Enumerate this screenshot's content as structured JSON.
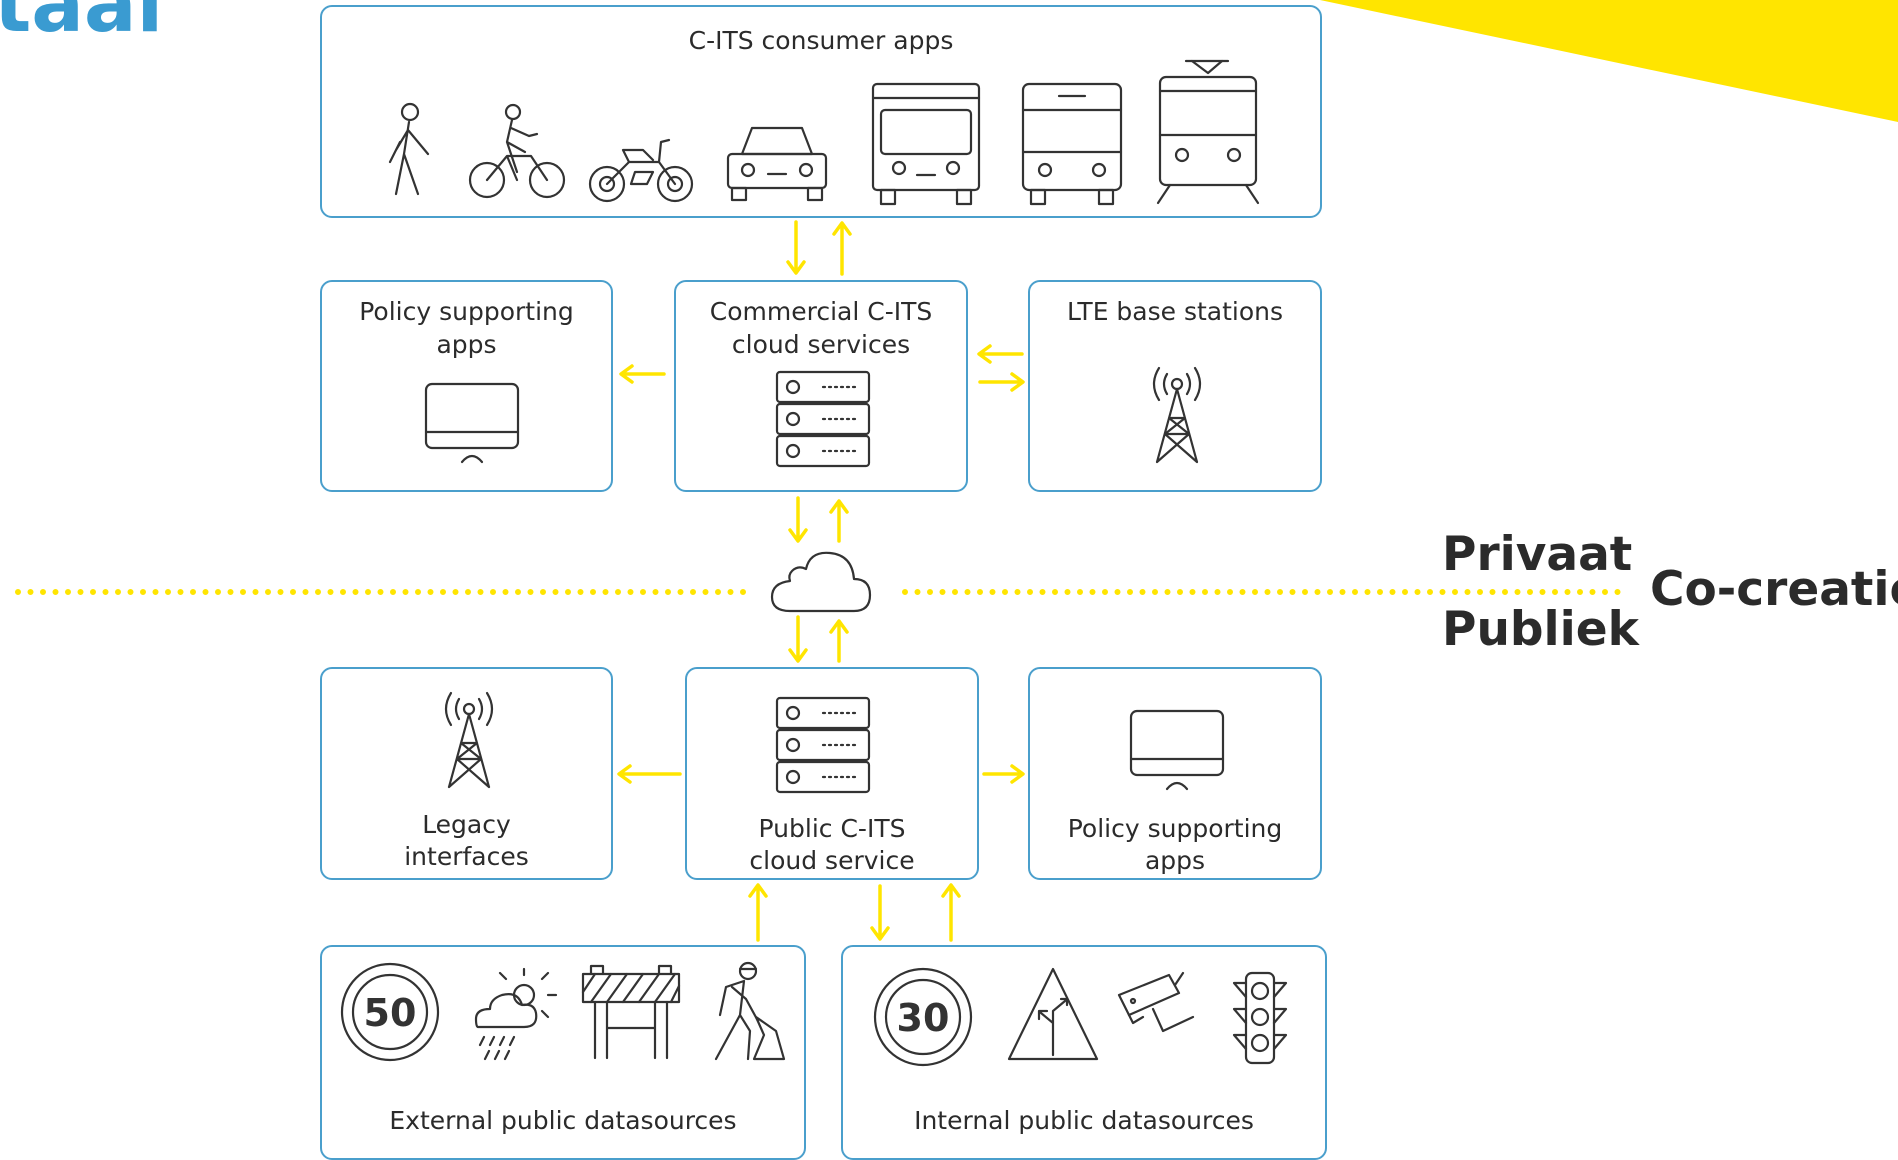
{
  "page": {
    "corner_title": "taal"
  },
  "boxes": {
    "consumer": {
      "title": "C-ITS consumer apps"
    },
    "policy_top": {
      "line1": "Policy supporting",
      "line2": "apps"
    },
    "commercial": {
      "line1": "Commercial C-ITS",
      "line2": "cloud services"
    },
    "lte": {
      "title": "LTE base stations"
    },
    "legacy": {
      "line1": "Legacy",
      "line2": "interfaces"
    },
    "public": {
      "line1": "Public C-ITS",
      "line2": "cloud service"
    },
    "policy_bottom": {
      "line1": "Policy supporting",
      "line2": "apps"
    },
    "external": {
      "title": "External public datasources",
      "sign_value": "50"
    },
    "internal": {
      "title": "Internal public datasources",
      "sign_value": "30"
    }
  },
  "divider": {
    "above": "Privaat",
    "center": "Co-creatie",
    "below": "Publiek"
  },
  "colors": {
    "accent": "#ffe500",
    "box_border": "#4a9fcc",
    "title_blue": "#3a9bd1"
  }
}
